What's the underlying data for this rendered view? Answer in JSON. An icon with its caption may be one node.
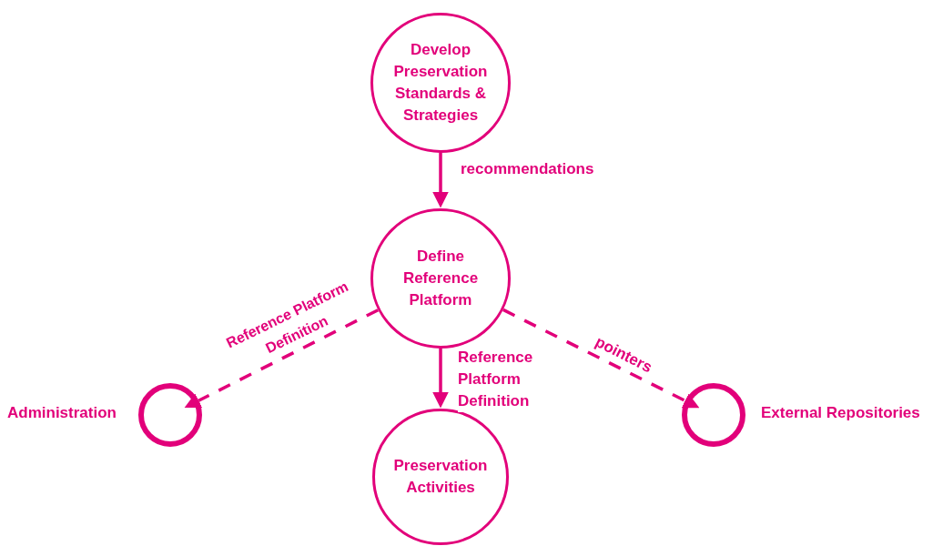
{
  "diagram": {
    "nodes": [
      {
        "text": [
          "Develop Preservation Standards & Strategies"
        ]
      },
      {
        "text": [
          "Define Reference Platform"
        ]
      },
      {
        "text": [
          "Preservation Activities"
        ]
      },
      {
        "text": [],
        "shape": "circle",
        "beside": [
          "Administration"
        ]
      },
      {
        "text": [],
        "shape": "circle",
        "beside": [
          "External Repositories"
        ]
      }
    ],
    "edges": [
      {
        "from": 0,
        "to": 1,
        "arrow": "to",
        "label": "recommendations"
      },
      {
        "from": 1,
        "to": 2,
        "arrow": "to",
        "label": "Reference Platform Definition"
      },
      {
        "from": 1,
        "to": 3,
        "arrow": "to",
        "style": "dashed",
        "label": "Reference Platform Definition"
      },
      {
        "from": 1,
        "to": 4,
        "arrow": "to",
        "style": "dashed",
        "label": "pointers"
      }
    ]
  }
}
